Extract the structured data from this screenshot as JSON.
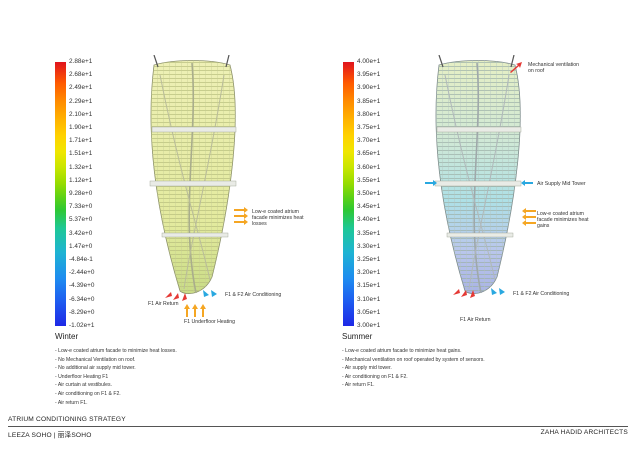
{
  "winter": {
    "title": "Winter",
    "scale": [
      "2.88e+1",
      "2.68e+1",
      "2.49e+1",
      "2.29e+1",
      "2.10e+1",
      "1.90e+1",
      "1.71e+1",
      "1.51e+1",
      "1.32e+1",
      "1.12e+1",
      "9.28e+0",
      "7.33e+0",
      "5.37e+0",
      "3.42e+0",
      "1.47e+0",
      "-4.84e-1",
      "-2.44e+0",
      "-4.39e+0",
      "-6.34e+0",
      "-8.29e+0",
      "-1.02e+1"
    ],
    "callouts": {
      "facade": "Low-e coated atrium facade minimizes heat losses",
      "air_conditioning": "F1 & F2 Air Conditioning",
      "air_return": "F1 Air Return",
      "underfloor": "F1 Underfloor Heating"
    },
    "notes": [
      "- Low-e coated atrium facade to minimize heat losses.",
      "- No Mechanical Ventilation on roof.",
      "- No additional air supply mid tower.",
      "- Underfloor Heating F1",
      "- Air curtain at vestibules.",
      "- Air conditioning on F1 & F2.",
      "- Air return F1."
    ]
  },
  "summer": {
    "title": "Summer",
    "scale": [
      "4.00e+1",
      "3.95e+1",
      "3.90e+1",
      "3.85e+1",
      "3.80e+1",
      "3.75e+1",
      "3.70e+1",
      "3.65e+1",
      "3.60e+1",
      "3.55e+1",
      "3.50e+1",
      "3.45e+1",
      "3.40e+1",
      "3.35e+1",
      "3.30e+1",
      "3.25e+1",
      "3.20e+1",
      "3.15e+1",
      "3.10e+1",
      "3.05e+1",
      "3.00e+1"
    ],
    "callouts": {
      "roof": "Mechanical ventilation on roof",
      "mid_tower": "Air Supply Mid Tower",
      "facade": "Low-e coated atrium facade minimizes heat gains",
      "air_conditioning": "F1 & F2 Air Conditioning",
      "air_return": "F1 Air Return"
    },
    "notes": [
      "- Low-e coated atrium facade to minimize heat gains.",
      "- Mechanical ventilation on roof operated by system of sensors.",
      "- Air supply mid tower.",
      "- Air conditioning on F1 & F2.",
      "- Air return F1."
    ]
  },
  "footer": {
    "strategy": "ATRIUM CONDITIONING STRATEGY",
    "project": "LEEZA SOHO | 丽泽SOHO",
    "firm": "ZAHA HADID ARCHITECTS"
  },
  "colors": {
    "winter_scale": [
      "#e0141e",
      "#ff5a00",
      "#ff8c00",
      "#ffb400",
      "#ffd200",
      "#f0e600",
      "#c8e600",
      "#96dc00",
      "#5fd214",
      "#2ec832",
      "#1ec896",
      "#1eb4d2",
      "#1e8cf0",
      "#1e5af0",
      "#1e28e6"
    ],
    "summer_scale": [
      "#e0141e",
      "#ff5a00",
      "#ff8c00",
      "#ffb400",
      "#ffd200",
      "#f0e600",
      "#c8e600",
      "#96dc00",
      "#5fd214",
      "#2ec832",
      "#1ec896",
      "#1eb4d2",
      "#1e8cf0",
      "#1e5af0",
      "#1e28e6"
    ],
    "arrow_red": "#e53935",
    "arrow_orange": "#f5a623",
    "arrow_blue": "#29a8e0"
  }
}
